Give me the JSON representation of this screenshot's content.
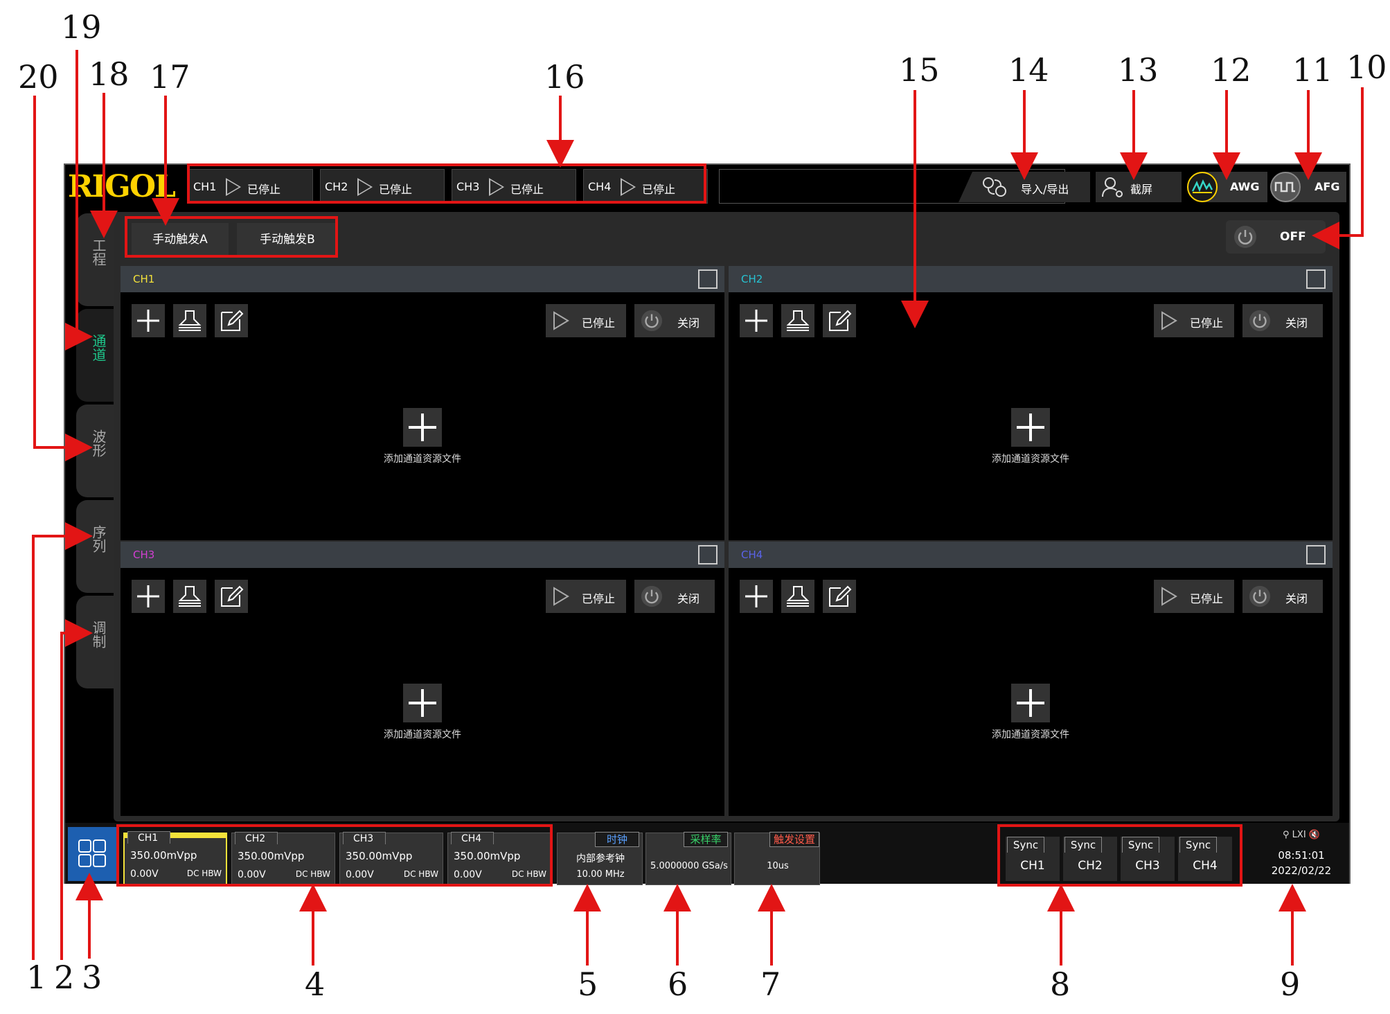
{
  "callouts": [
    "1",
    "2",
    "3",
    "4",
    "5",
    "6",
    "7",
    "8",
    "9",
    "10",
    "11",
    "12",
    "13",
    "14",
    "15",
    "16",
    "17",
    "18",
    "19",
    "20"
  ],
  "logo": "RIGOL",
  "channel_tabs": [
    {
      "label": "CH1",
      "status": "已停止"
    },
    {
      "label": "CH2",
      "status": "已停止"
    },
    {
      "label": "CH3",
      "status": "已停止"
    },
    {
      "label": "CH4",
      "status": "已停止"
    }
  ],
  "top_buttons": {
    "import_export": "导入/导出",
    "screenshot": "截屏",
    "awg": "AWG",
    "afg": "AFG"
  },
  "sidebar": [
    {
      "label": "工程",
      "active": false
    },
    {
      "label": "通道",
      "active": true
    },
    {
      "label": "波形",
      "active": false
    },
    {
      "label": "序列",
      "active": false
    },
    {
      "label": "调制",
      "active": false
    }
  ],
  "triggers": {
    "a": "手动触发A",
    "b": "手动触发B"
  },
  "master_output": "OFF",
  "panels": [
    {
      "name": "CH1",
      "color": "#f4e23a",
      "run_status": "已停止",
      "output": "关闭",
      "add_label": "添加通道资源文件"
    },
    {
      "name": "CH2",
      "color": "#27c3d2",
      "run_status": "已停止",
      "output": "关闭",
      "add_label": "添加通道资源文件"
    },
    {
      "name": "CH3",
      "color": "#d33fd3",
      "run_status": "已停止",
      "output": "关闭",
      "add_label": "添加通道资源文件"
    },
    {
      "name": "CH4",
      "color": "#5a63e8",
      "run_status": "已停止",
      "output": "关闭",
      "add_label": "添加通道资源文件"
    }
  ],
  "bottom_channels": [
    {
      "name": "CH1",
      "amplitude": "350.00mVpp",
      "offset": "0.00V",
      "mode": "DC HBW"
    },
    {
      "name": "CH2",
      "amplitude": "350.00mVpp",
      "offset": "0.00V",
      "mode": "DC HBW"
    },
    {
      "name": "CH3",
      "amplitude": "350.00mVpp",
      "offset": "0.00V",
      "mode": "DC HBW"
    },
    {
      "name": "CH4",
      "amplitude": "350.00mVpp",
      "offset": "0.00V",
      "mode": "DC HBW"
    }
  ],
  "clock": {
    "title": "时钟",
    "line1": "内部参考钟",
    "line2": "10.00 MHz",
    "title_color": "#5aa0ff"
  },
  "sample_rate": {
    "title": "采样率",
    "value": "5.0000000 GSa/s",
    "title_color": "#38d46a"
  },
  "trigger_settings": {
    "title": "触发设置",
    "value": "10us",
    "title_color": "#ff5a4a"
  },
  "sync": [
    {
      "label": "Sync",
      "channel": "CH1"
    },
    {
      "label": "Sync",
      "channel": "CH2"
    },
    {
      "label": "Sync",
      "channel": "CH3"
    },
    {
      "label": "Sync",
      "channel": "CH4"
    }
  ],
  "status": {
    "icons": "⚲ LXI 🔇",
    "time": "08:51:01",
    "date": "2022/02/22"
  },
  "colors": {
    "accent_red": "#e21515",
    "logo_yellow": "#ffd200",
    "active_green": "#1ec58a"
  }
}
